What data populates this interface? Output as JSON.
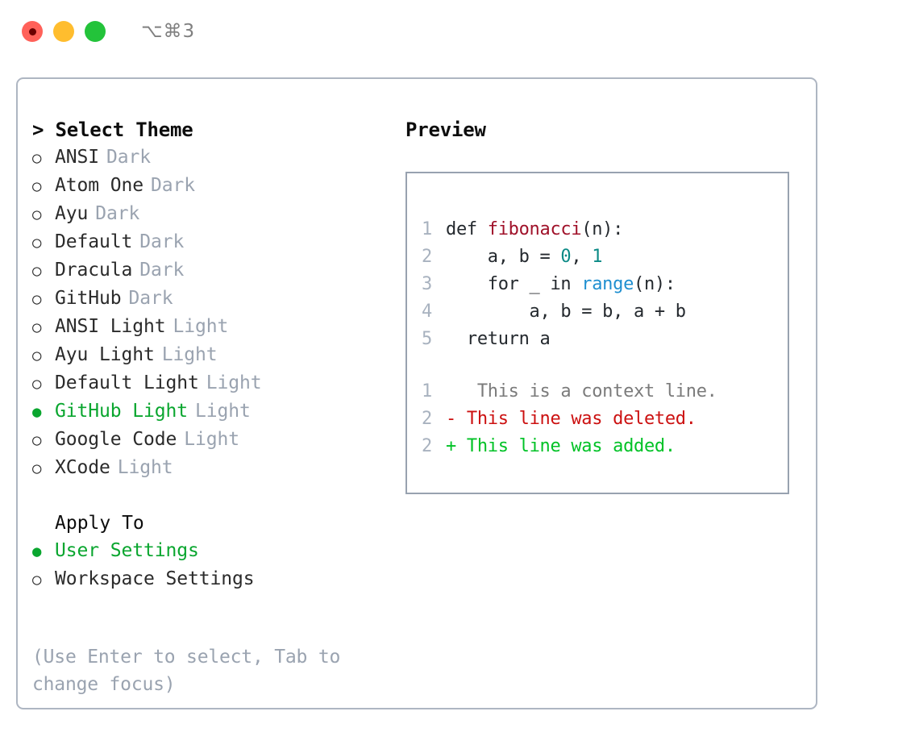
{
  "window": {
    "shortcut_label": "⌥⌘3",
    "traffic_lights": [
      {
        "name": "close",
        "color": "#ff6159"
      },
      {
        "name": "minimize",
        "color": "#ffbd2e"
      },
      {
        "name": "maximize",
        "color": "#23c33a"
      }
    ]
  },
  "theme_list": {
    "header": "> Select Theme",
    "selected_index": 9,
    "items": [
      {
        "label": "ANSI",
        "tag": "Dark",
        "selected": false,
        "bullet": "○"
      },
      {
        "label": "Atom One",
        "tag": "Dark",
        "selected": false,
        "bullet": "○"
      },
      {
        "label": "Ayu",
        "tag": "Dark",
        "selected": false,
        "bullet": "○"
      },
      {
        "label": "Default",
        "tag": "Dark",
        "selected": false,
        "bullet": "○"
      },
      {
        "label": "Dracula",
        "tag": "Dark",
        "selected": false,
        "bullet": "○"
      },
      {
        "label": "GitHub",
        "tag": "Dark",
        "selected": false,
        "bullet": "○"
      },
      {
        "label": "ANSI Light",
        "tag": "Light",
        "selected": false,
        "bullet": "○"
      },
      {
        "label": "Ayu Light",
        "tag": "Light",
        "selected": false,
        "bullet": "○"
      },
      {
        "label": "Default Light",
        "tag": "Light",
        "selected": false,
        "bullet": "○"
      },
      {
        "label": "GitHub Light",
        "tag": "Light",
        "selected": true,
        "bullet": "●"
      },
      {
        "label": "Google Code",
        "tag": "Light",
        "selected": false,
        "bullet": "○"
      },
      {
        "label": "XCode",
        "tag": "Light",
        "selected": false,
        "bullet": "○"
      }
    ]
  },
  "apply_to": {
    "header": "Apply To",
    "items": [
      {
        "label": "User Settings",
        "selected": true,
        "bullet": "●"
      },
      {
        "label": "Workspace Settings",
        "selected": false,
        "bullet": "○"
      }
    ]
  },
  "hint": "(Use Enter to select, Tab to change focus)",
  "preview": {
    "title": "Preview",
    "code_lines": [
      {
        "no": "1",
        "segments": [
          {
            "text": "def ",
            "type": "plain"
          },
          {
            "text": "fibonacci",
            "type": "function"
          },
          {
            "text": "(n):",
            "type": "plain"
          }
        ]
      },
      {
        "no": "2",
        "segments": [
          {
            "text": "    a, b = ",
            "type": "plain"
          },
          {
            "text": "0",
            "type": "number"
          },
          {
            "text": ", ",
            "type": "plain"
          },
          {
            "text": "1",
            "type": "number"
          }
        ]
      },
      {
        "no": "3",
        "segments": [
          {
            "text": "    for _ in ",
            "type": "plain"
          },
          {
            "text": "range",
            "type": "call"
          },
          {
            "text": "(n):",
            "type": "plain"
          }
        ]
      },
      {
        "no": "4",
        "segments": [
          {
            "text": "        a, b = b, a + b",
            "type": "plain"
          }
        ]
      },
      {
        "no": "5",
        "segments": [
          {
            "text": "  return a",
            "type": "plain"
          }
        ]
      }
    ],
    "diff_lines": [
      {
        "no": "1",
        "marker": " ",
        "text": "  This is a context line.",
        "kind": "context"
      },
      {
        "no": "2",
        "marker": "-",
        "text": " This line was deleted.",
        "kind": "deleted"
      },
      {
        "no": "2",
        "marker": "+",
        "text": " This line was added.",
        "kind": "added"
      }
    ]
  },
  "colors": {
    "accent_green": "#0aa62f",
    "muted_gray": "#9aa3b0",
    "panel_border": "#aeb6c2",
    "preview_border": "#98a2b0",
    "syntax_function": "#a0122a",
    "syntax_number": "#0b8a86",
    "syntax_call": "#1f8fd0",
    "diff_deleted": "#cc1111",
    "diff_added": "#00c226",
    "diff_context": "#7b7b7b",
    "line_number": "#a8b2bf"
  }
}
